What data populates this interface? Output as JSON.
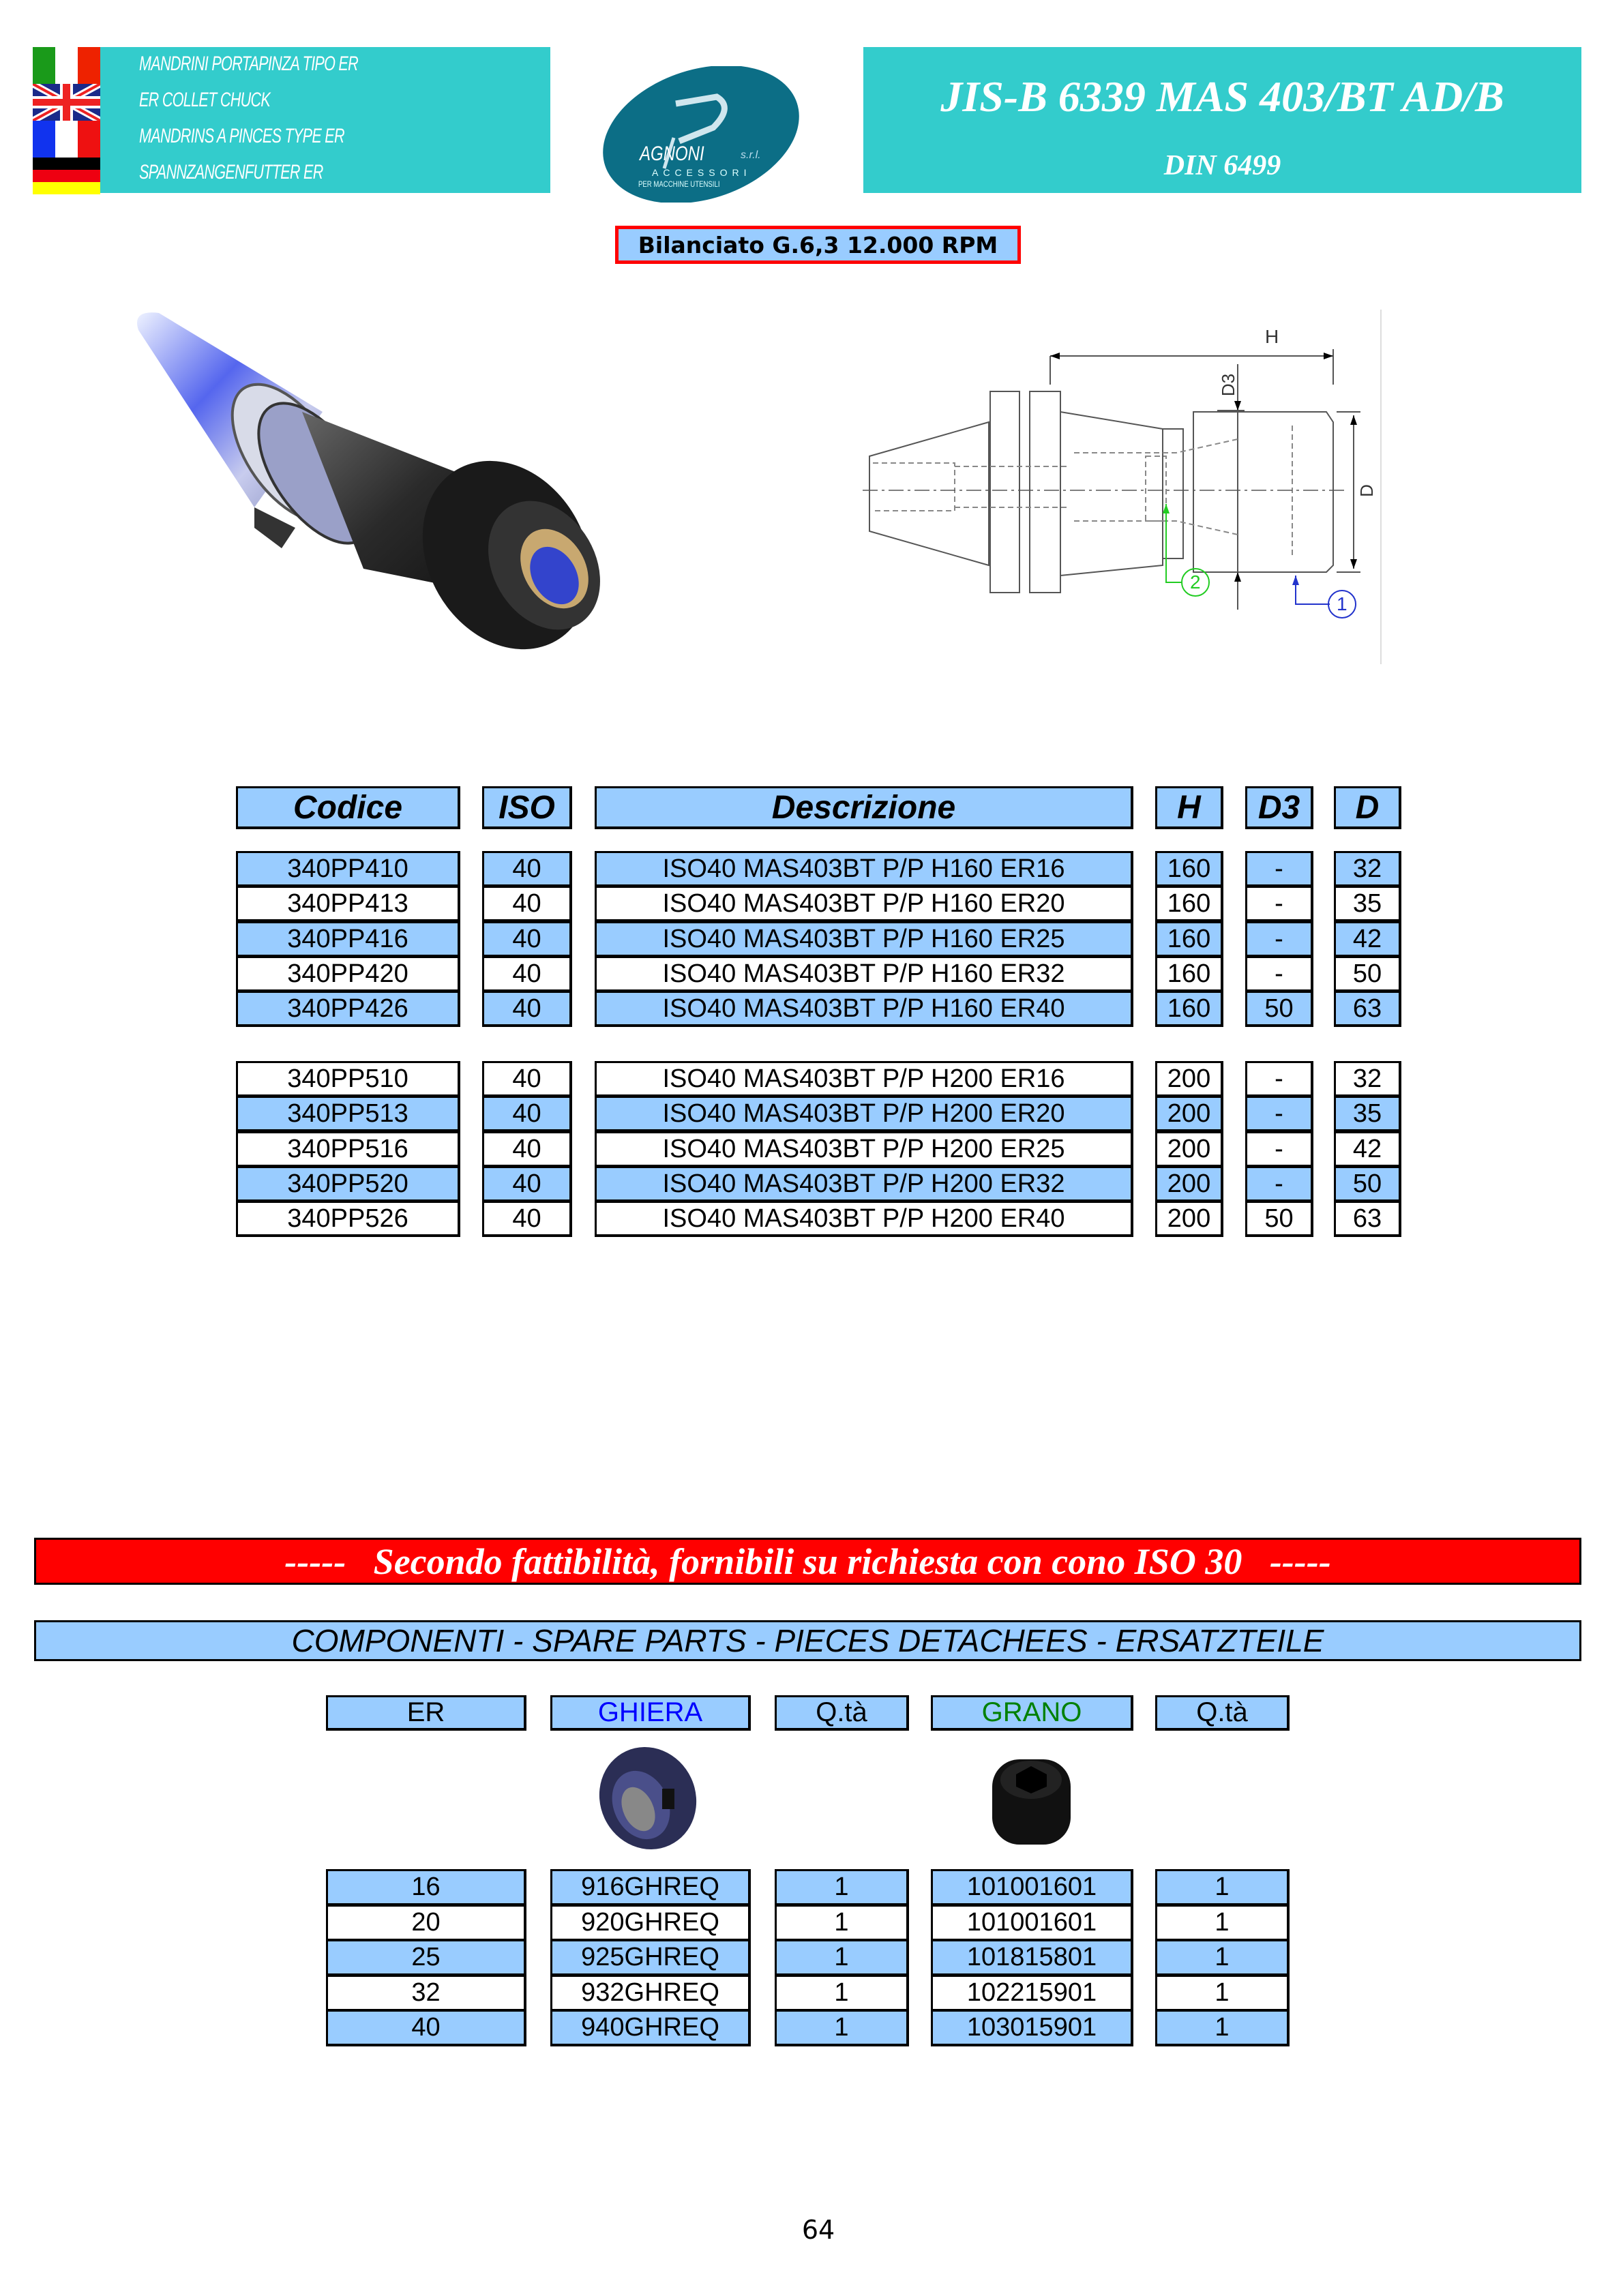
{
  "header": {
    "languages": [
      {
        "flag": "italy-flag",
        "label": "MANDRINI PORTAPINZA TIPO ER"
      },
      {
        "flag": "uk-flag",
        "label": "ER COLLET CHUCK"
      },
      {
        "flag": "france-flag",
        "label": "MANDRINS A PINCES TYPE ER"
      },
      {
        "flag": "germany-flag",
        "label": "SPANNZANGENFUTTER ER"
      }
    ],
    "logo": {
      "brand": "AGNONI",
      "suffix": "s.r.l.",
      "line1": "ACCESSORI",
      "line2": "PER MACCHINE UTENSILI"
    },
    "title": "JIS-B 6339 MAS 403/BT AD/B",
    "subtitle": "DIN 6499",
    "balance_label": "Bilanciato G.6,3 12.000 RPM"
  },
  "drawing": {
    "dim_h": "H",
    "dim_d3": "D3",
    "dim_d": "D",
    "callout_1": "1",
    "callout_2": "2"
  },
  "main_table": {
    "columns": [
      "Codice",
      "ISO",
      "Descrizione",
      "H",
      "D3",
      "D"
    ],
    "groups": [
      [
        [
          "340PP410",
          "40",
          "ISO40 MAS403BT P/P H160 ER16",
          "160",
          "-",
          "32"
        ],
        [
          "340PP413",
          "40",
          "ISO40 MAS403BT P/P H160 ER20",
          "160",
          "-",
          "35"
        ],
        [
          "340PP416",
          "40",
          "ISO40 MAS403BT P/P H160 ER25",
          "160",
          "-",
          "42"
        ],
        [
          "340PP420",
          "40",
          "ISO40 MAS403BT P/P H160 ER32",
          "160",
          "-",
          "50"
        ],
        [
          "340PP426",
          "40",
          "ISO40 MAS403BT P/P H160 ER40",
          "160",
          "50",
          "63"
        ]
      ],
      [
        [
          "340PP510",
          "40",
          "ISO40 MAS403BT P/P H200 ER16",
          "200",
          "-",
          "32"
        ],
        [
          "340PP513",
          "40",
          "ISO40 MAS403BT P/P H200 ER20",
          "200",
          "-",
          "35"
        ],
        [
          "340PP516",
          "40",
          "ISO40 MAS403BT P/P H200 ER25",
          "200",
          "-",
          "42"
        ],
        [
          "340PP520",
          "40",
          "ISO40 MAS403BT P/P H200 ER32",
          "200",
          "-",
          "50"
        ],
        [
          "340PP526",
          "40",
          "ISO40 MAS403BT P/P H200 ER40",
          "200",
          "50",
          "63"
        ]
      ]
    ]
  },
  "banner": {
    "text": "-----   Secondo fattibilità, fornibili su richiesta con cono ISO 30   -----"
  },
  "spare_parts": {
    "title": "COMPONENTI - SPARE PARTS - PIECES DETACHEES - ERSATZTEILE",
    "columns": [
      "ER",
      "GHIERA",
      "Q.tà",
      "GRANO",
      "Q.tà"
    ],
    "column_colors": [
      "#000000",
      "#0000FF",
      "#000000",
      "#008000",
      "#000000"
    ],
    "rows": [
      [
        "16",
        "916GHREQ",
        "1",
        "101001601",
        "1"
      ],
      [
        "20",
        "920GHREQ",
        "1",
        "101001601",
        "1"
      ],
      [
        "25",
        "925GHREQ",
        "1",
        "101815801",
        "1"
      ],
      [
        "32",
        "932GHREQ",
        "1",
        "102215901",
        "1"
      ],
      [
        "40",
        "940GHREQ",
        "1",
        "103015901",
        "1"
      ]
    ]
  },
  "page_number": "64",
  "colors": {
    "header_cyan": "#33CCCC",
    "table_blue": "#99CCFF",
    "banner_red": "#FF0000",
    "balance_border": "#FF0000"
  }
}
